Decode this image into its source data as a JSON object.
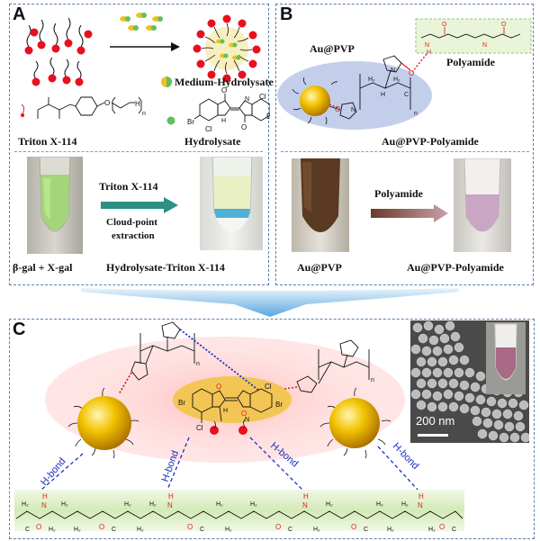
{
  "panels": {
    "a": {
      "letter": "A",
      "legend_medium": "Medium-Hydrolysate",
      "label_triton": "Triton X-114",
      "label_hydrolysate": "Hydrolysate",
      "arrow_reagent": "Triton X-114",
      "arrow_step_1": "Cloud-point",
      "arrow_step_2": "extraction",
      "tube_left_label": "β-gal + X-gal",
      "tube_right_label": "Hydrolysate-Triton X-114",
      "triton_n": "n",
      "indigo_br_left": "Br",
      "indigo_br_right": "Br",
      "indigo_cl_top": "Cl",
      "indigo_cl_bottom": "Cl",
      "indigo_o_left": "O",
      "indigo_o_right": "O",
      "indigo_nh_left": "H",
      "indigo_nh_right": "N",
      "triton_o": "O",
      "triton_h": "H"
    },
    "b": {
      "letter": "B",
      "label_aupvp": "Au@PVP",
      "label_polyamide": "Polyamide",
      "label_product": "Au@PVP-Polyamide",
      "arrow_reagent": "Polyamide",
      "tube_left_label": "Au@PVP",
      "tube_right_label": "Au@PVP-Polyamide",
      "pvp_n": "n",
      "pvp_h2": "H₂",
      "pvp_h": "H",
      "pvp_c": "C",
      "pvp_n_atom": "N",
      "pvp_o": "O",
      "poly_o": "O",
      "poly_h": "H",
      "poly_n": "N"
    },
    "c": {
      "letter": "C",
      "scale_label": "200 nm",
      "hbond_labels": [
        "H-bond",
        "H-bond",
        "H-bond",
        "H-bond"
      ],
      "pvp_n": "n",
      "indigo_br_left": "Br",
      "indigo_br_right": "Br",
      "indigo_cl_top": "Cl",
      "indigo_cl_bottom": "Cl",
      "indigo_o": "O",
      "indigo_nh": "H",
      "indigo_n": "N",
      "chain_h2": "H₂",
      "chain_h": "H",
      "chain_c": "C",
      "chain_n": "N",
      "chain_o": "O"
    }
  },
  "colors": {
    "panel_border": "#5a7fb0",
    "micelle_red": "#e8101e",
    "hbond_blue": "#1a2fc0",
    "carbonyl_red": "#e02020",
    "gold": "#f2c200",
    "arrow_teal": "#2e8f84",
    "arrow_brown": "#8a5a5a",
    "big_arrow_blue": "#5aa6e0"
  }
}
